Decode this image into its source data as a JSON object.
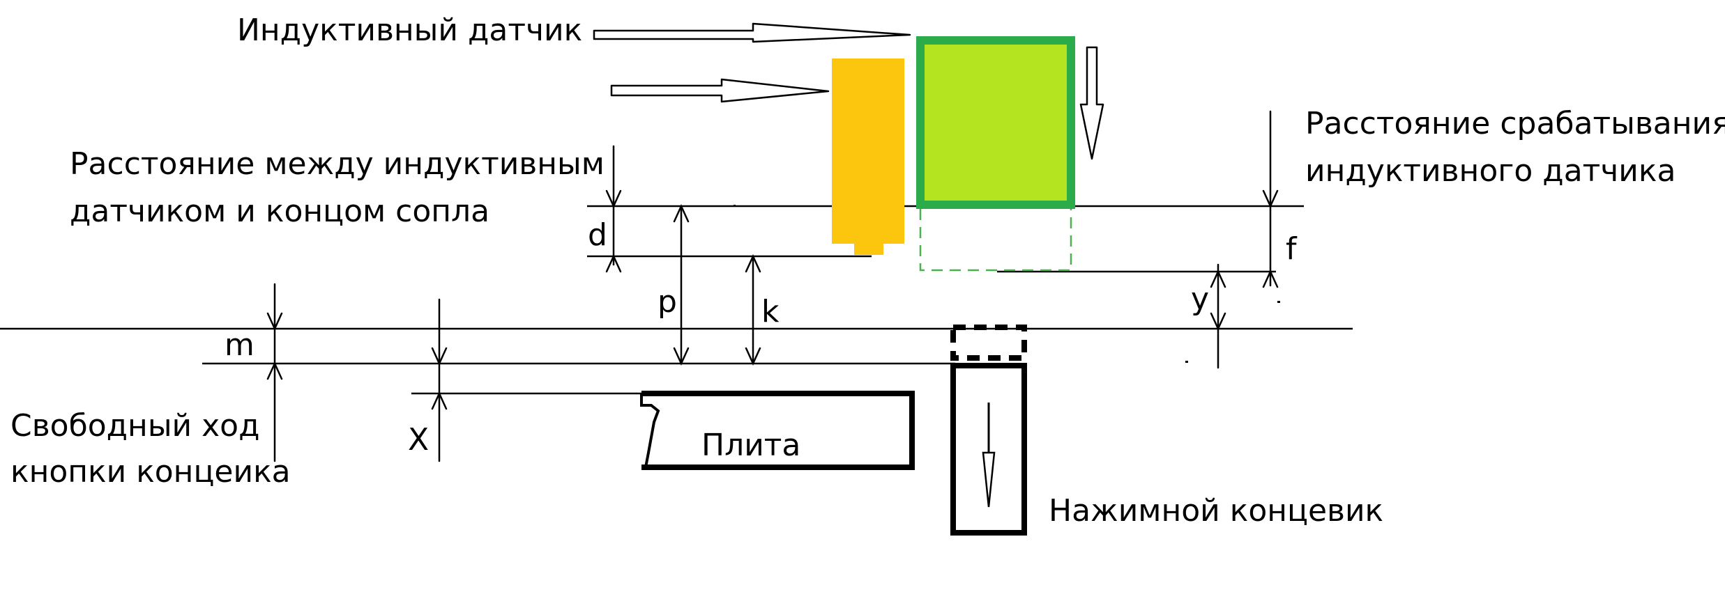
{
  "labels": {
    "inductive_sensor": "Индуктивный датчик",
    "sensor_distance_line1": "Расстояние между индуктивным",
    "sensor_distance_line2": "датчиком и концом сопла",
    "trigger_distance_line1": "Расстояние срабатывания",
    "trigger_distance_line2": "индуктивного датчика",
    "free_travel_line1": "Свободный ход",
    "free_travel_line2": "кнопки концеика",
    "plate": "Плита",
    "limit_switch": "Нажимной концевик"
  },
  "symbols": {
    "d": "d",
    "p": "p",
    "k": "k",
    "f": "f",
    "y": "y",
    "m": "m",
    "x": "X"
  },
  "colors": {
    "nozzle": "#FCC60F",
    "sensor_fill": "#B3E41F",
    "sensor_border": "#2CAB4A",
    "sensor_dashed": "#4CAF50",
    "ink": "#000000"
  }
}
